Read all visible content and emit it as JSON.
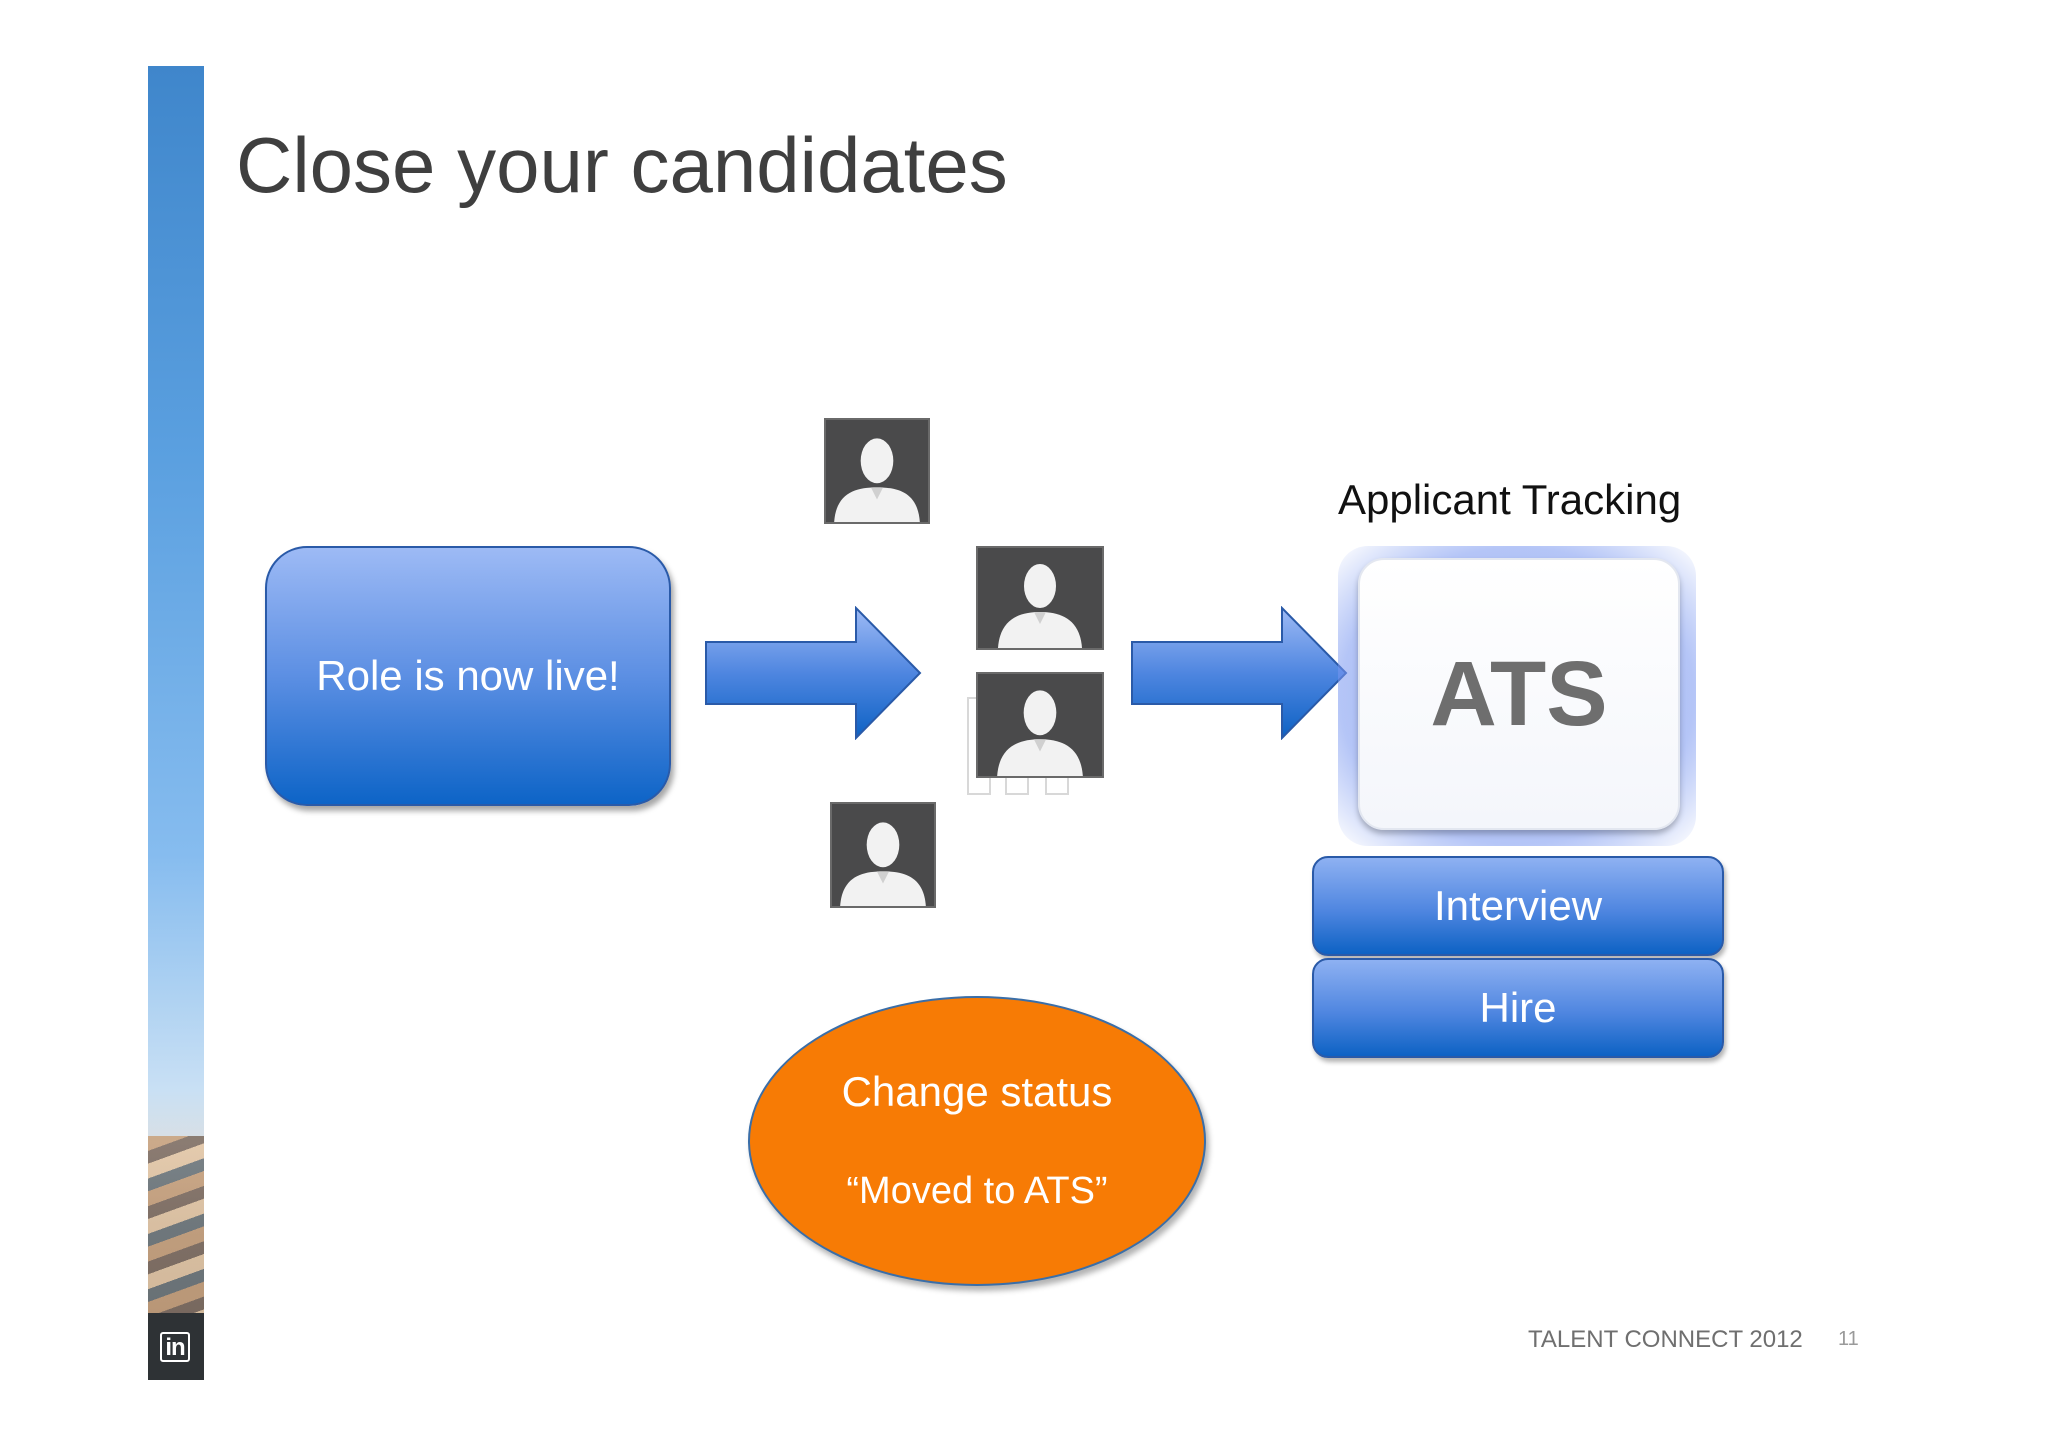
{
  "slide": {
    "title": "Close your candidates",
    "role_box": "Role is now live!",
    "ats": {
      "label": "Applicant Tracking",
      "box_text": "ATS",
      "stages": [
        "Interview",
        "Hire"
      ]
    },
    "status": {
      "line1": "Change status",
      "line2": "“Moved to ATS”"
    },
    "footer": {
      "event": "TALENT CONNECT 2012",
      "page": "11"
    },
    "logo_text": "in"
  },
  "colors": {
    "blue_accent": "#0d64c7",
    "orange": "#f77b05",
    "avatar_bg": "#4a4a4b"
  },
  "icons": [
    "person-avatar-icon",
    "right-arrow-icon",
    "linkedin-logo"
  ]
}
